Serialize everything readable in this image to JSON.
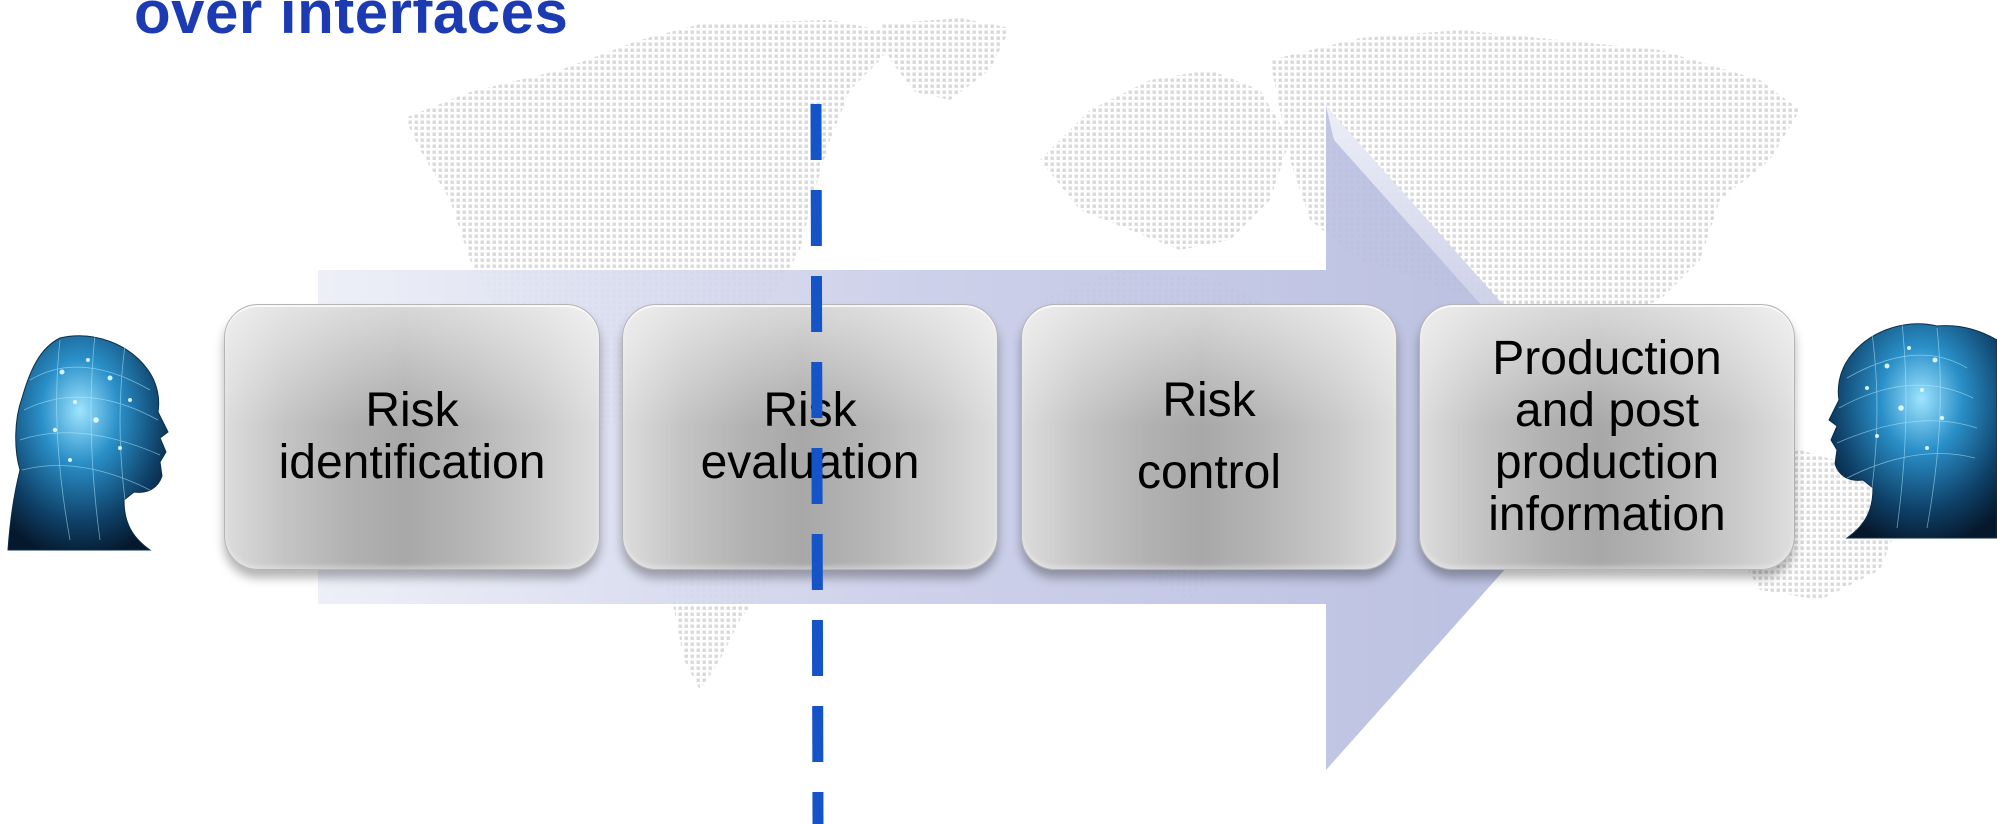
{
  "title": "over interfaces",
  "colors": {
    "title": "#1c3bb3",
    "arrow": "#b7bddd",
    "divider": "#1454c8",
    "box_text": "#000000",
    "map_dots": "#d2d2d2"
  },
  "icons": {
    "left_head": "human-head-wireframe-icon",
    "right_head": "human-head-wireframe-icon",
    "background": "world-map-dots"
  },
  "process_steps": [
    {
      "label": "Risk\nidentification"
    },
    {
      "label": "Risk\nevaluation"
    },
    {
      "label": "Risk\ncontrol"
    },
    {
      "label": "Production\nand post\nproduction\ninformation"
    }
  ]
}
